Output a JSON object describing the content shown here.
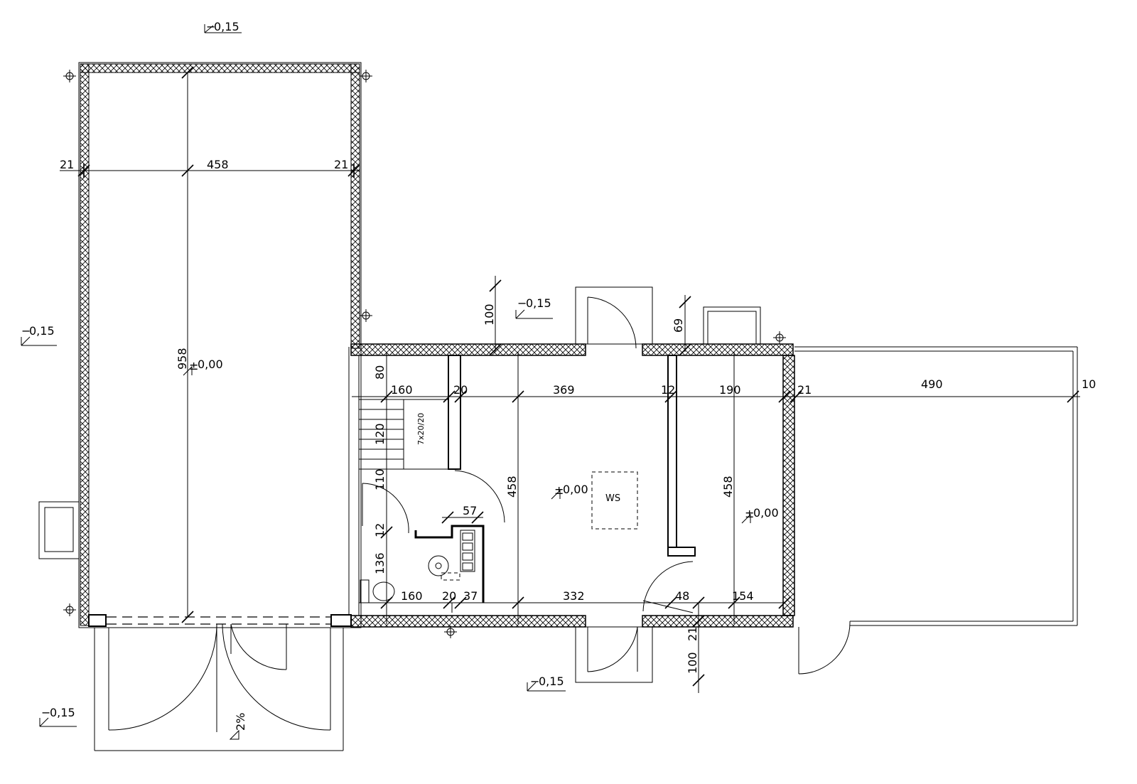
{
  "levels": {
    "top": "0,15",
    "left": "0,15",
    "garage_floor": "0,00",
    "entrance_top": "0,15",
    "living": "0,00",
    "room_right": "0,00",
    "entrance_bottom": "0,15",
    "driveway": "0,15",
    "slope": "2%"
  },
  "level_signs": {
    "minus": "−",
    "plusminus": "±"
  },
  "labels": {
    "chimney": "WS",
    "stairs": "7x20/20"
  },
  "dimensions": {
    "garage_width": "458",
    "garage_wall_left": "21",
    "garage_wall_right": "21",
    "garage_length": "958",
    "stair_width": "160",
    "wall_20": "20",
    "room_width": "369",
    "wall_12": "12",
    "room_right_width": "190",
    "wall_21": "21",
    "terrace_width": "490",
    "terrace_10": "10",
    "entry_100": "100",
    "roof_69": "69",
    "dim_80": "80",
    "stair_120": "120",
    "dim_110": "110",
    "dim_12": "12",
    "bath_57": "57",
    "dim_136": "136",
    "room_depth": "458",
    "room_right_depth": "458",
    "bath_160": "160",
    "bath_20": "20",
    "bath_37": "37",
    "room_332": "332",
    "dim_48": "48",
    "dim_154": "154",
    "bottom_21": "21",
    "bottom_100": "100"
  }
}
